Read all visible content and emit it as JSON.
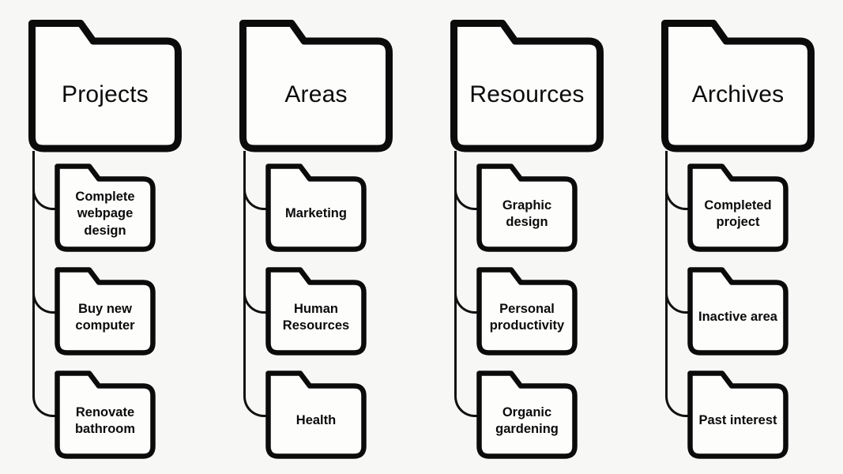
{
  "title": "PARA method folder diagram",
  "colors": {
    "background": "#f7f7f5",
    "outline": "#0b0b0b",
    "connector": "#111111",
    "folder_fill": "#fdfdfc"
  },
  "icons": {
    "parent": "folder-icon",
    "child": "folder-icon",
    "connector": "elbow-connector-line"
  },
  "columns": [
    {
      "label": "Projects",
      "children": [
        "Complete webpage design",
        "Buy new computer",
        "Renovate bathroom"
      ]
    },
    {
      "label": "Areas",
      "children": [
        "Marketing",
        "Human Resources",
        "Health"
      ]
    },
    {
      "label": "Resources",
      "children": [
        "Graphic design",
        "Personal productivity",
        "Organic gardening"
      ]
    },
    {
      "label": "Archives",
      "children": [
        "Completed project",
        "Inactive area",
        "Past interest"
      ]
    }
  ]
}
